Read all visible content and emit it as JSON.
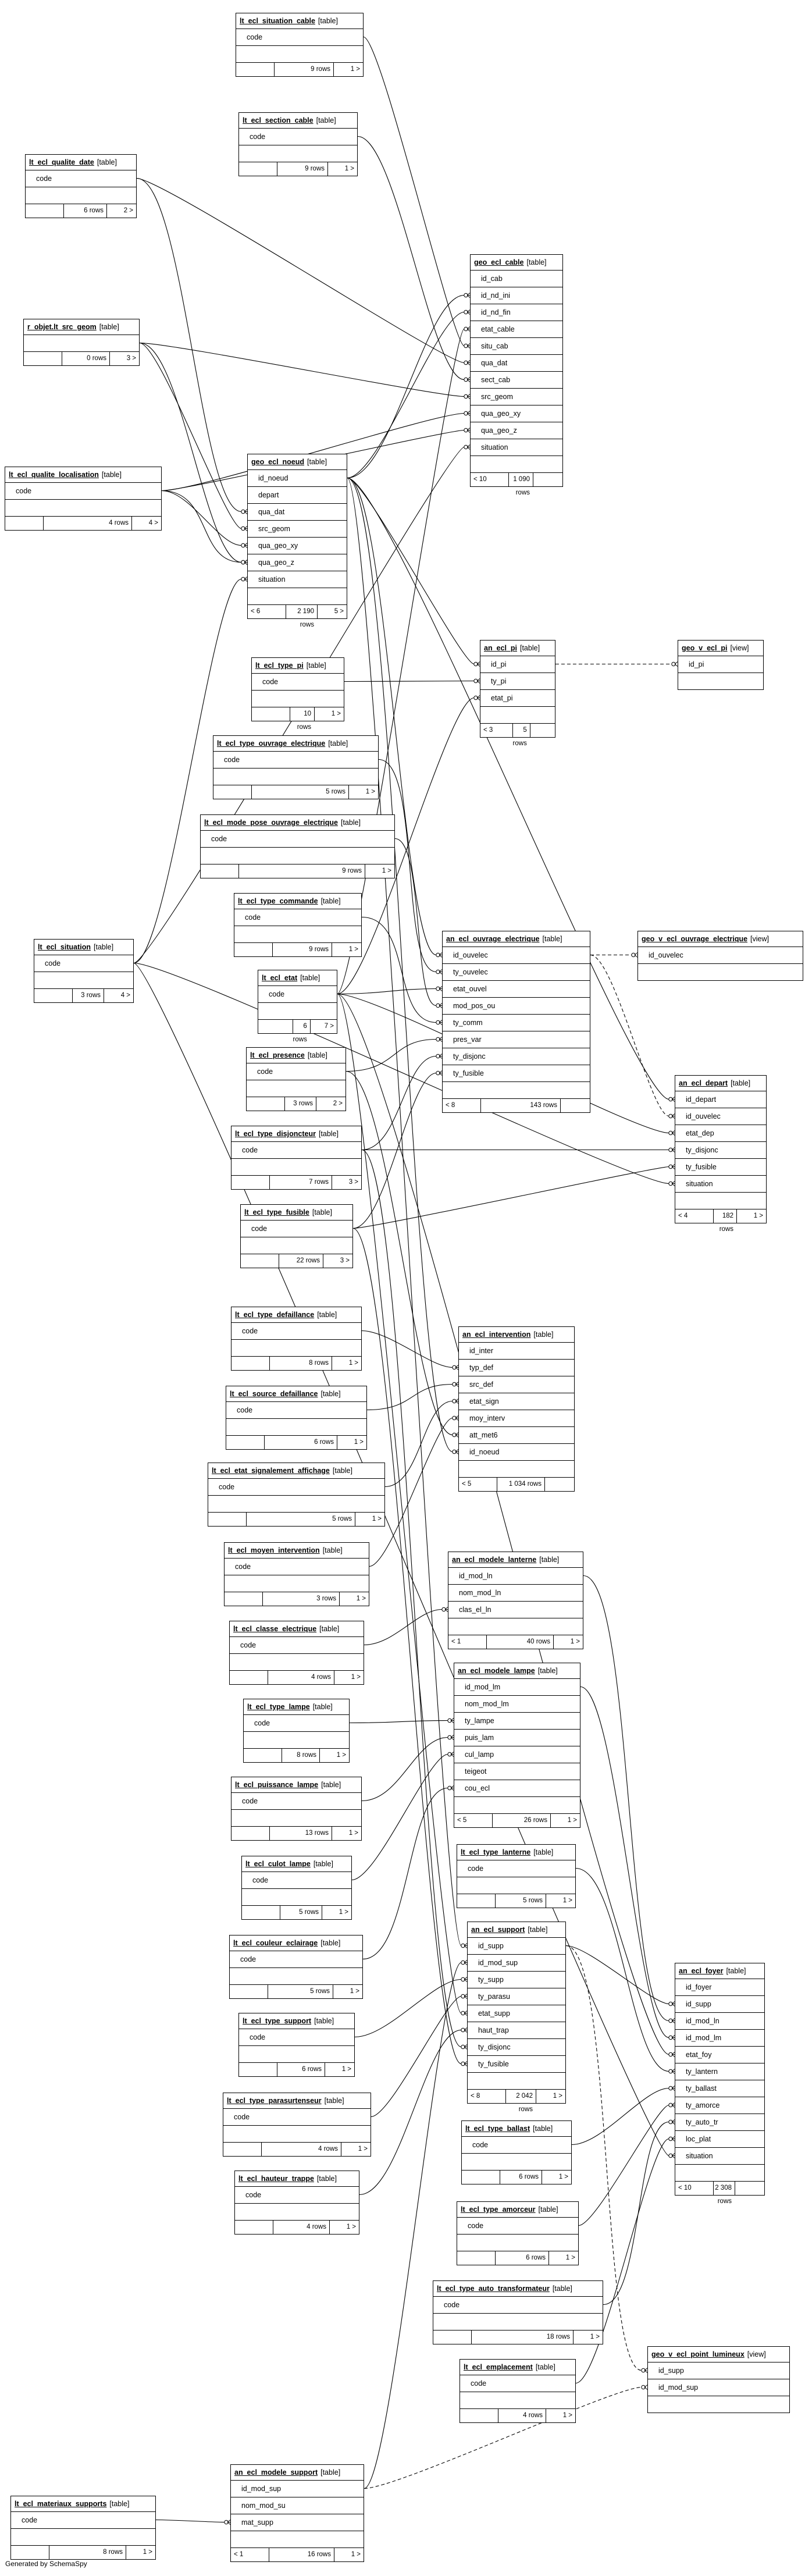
{
  "footer": "Generated by SchemaSpy",
  "tables": [
    {
      "id": "lt_ecl_situation_cable",
      "kind": "[table]",
      "cols": [
        "code"
      ],
      "foot": [
        "",
        "9 rows",
        "1 >"
      ]
    },
    {
      "id": "lt_ecl_section_cable",
      "kind": "[table]",
      "cols": [
        "code"
      ],
      "foot": [
        "",
        "9 rows",
        "1 >"
      ]
    },
    {
      "id": "lt_ecl_qualite_date",
      "kind": "[table]",
      "cols": [
        "code"
      ],
      "foot": [
        "",
        "6 rows",
        "2 >"
      ]
    },
    {
      "id": "geo_ecl_cable",
      "kind": "[table]",
      "cols": [
        "id_cab",
        "id_nd_ini",
        "id_nd_fin",
        "etat_cable",
        "situ_cab",
        "qua_dat",
        "sect_cab",
        "src_geom",
        "qua_geo_xy",
        "qua_geo_z",
        "situation"
      ],
      "foot": [
        "< 10",
        "1 090 rows",
        ""
      ]
    },
    {
      "id": "r_objet.lt_src_geom",
      "kind": "[table]",
      "cols": [],
      "foot": [
        "",
        "0 rows",
        "3 >"
      ]
    },
    {
      "id": "lt_ecl_qualite_localisation",
      "kind": "[table]",
      "cols": [
        "code"
      ],
      "foot": [
        "",
        "4 rows",
        "4 >"
      ]
    },
    {
      "id": "geo_ecl_noeud",
      "kind": "[table]",
      "cols": [
        "id_noeud",
        "depart",
        "qua_dat",
        "src_geom",
        "qua_geo_xy",
        "qua_geo_z",
        "situation"
      ],
      "foot": [
        "< 6",
        "2 190 rows",
        "5 >"
      ]
    },
    {
      "id": "an_ecl_pi",
      "kind": "[table]",
      "cols": [
        "id_pi",
        "ty_pi",
        "etat_pi"
      ],
      "foot": [
        "< 3",
        "5 rows",
        ""
      ]
    },
    {
      "id": "geo_v_ecl_pi",
      "kind": "[view]",
      "cols": [
        "id_pi"
      ],
      "foot": null
    },
    {
      "id": "lt_ecl_type_pi",
      "kind": "[table]",
      "cols": [
        "code"
      ],
      "foot": [
        "",
        "10 rows",
        "1 >"
      ]
    },
    {
      "id": "lt_ecl_type_ouvrage_electrique",
      "kind": "[table]",
      "cols": [
        "code"
      ],
      "foot": [
        "",
        "5 rows",
        "1 >"
      ]
    },
    {
      "id": "lt_ecl_mode_pose_ouvrage_electrique",
      "kind": "[table]",
      "cols": [
        "code"
      ],
      "foot": [
        "",
        "9 rows",
        "1 >"
      ]
    },
    {
      "id": "lt_ecl_type_commande",
      "kind": "[table]",
      "cols": [
        "code"
      ],
      "foot": [
        "",
        "9 rows",
        "1 >"
      ]
    },
    {
      "id": "an_ecl_ouvrage_electrique",
      "kind": "[table]",
      "cols": [
        "id_ouvelec",
        "ty_ouvelec",
        "etat_ouvel",
        "mod_pos_ou",
        "ty_comm",
        "pres_var",
        "ty_disjonc",
        "ty_fusible"
      ],
      "foot": [
        "< 8",
        "143 rows",
        ""
      ]
    },
    {
      "id": "geo_v_ecl_ouvrage_electrique",
      "kind": "[view]",
      "cols": [
        "id_ouvelec"
      ],
      "foot": null
    },
    {
      "id": "lt_ecl_situation",
      "kind": "[table]",
      "cols": [
        "code"
      ],
      "foot": [
        "",
        "3 rows",
        "4 >"
      ]
    },
    {
      "id": "lt_ecl_etat",
      "kind": "[table]",
      "cols": [
        "code"
      ],
      "foot": [
        "",
        "6 rows",
        "7 >"
      ]
    },
    {
      "id": "an_ecl_depart",
      "kind": "[table]",
      "cols": [
        "id_depart",
        "id_ouvelec",
        "etat_dep",
        "ty_disjonc",
        "ty_fusible",
        "situation"
      ],
      "foot": [
        "< 4",
        "182 rows",
        "1 >"
      ]
    },
    {
      "id": "lt_ecl_presence",
      "kind": "[table]",
      "cols": [
        "code"
      ],
      "foot": [
        "",
        "3 rows",
        "2 >"
      ]
    },
    {
      "id": "lt_ecl_type_disjoncteur",
      "kind": "[table]",
      "cols": [
        "code"
      ],
      "foot": [
        "",
        "7 rows",
        "3 >"
      ]
    },
    {
      "id": "lt_ecl_type_fusible",
      "kind": "[table]",
      "cols": [
        "code"
      ],
      "foot": [
        "",
        "22 rows",
        "3 >"
      ]
    },
    {
      "id": "lt_ecl_type_defaillance",
      "kind": "[table]",
      "cols": [
        "code"
      ],
      "foot": [
        "",
        "8 rows",
        "1 >"
      ]
    },
    {
      "id": "an_ecl_intervention",
      "kind": "[table]",
      "cols": [
        "id_inter",
        "typ_def",
        "src_def",
        "etat_sign",
        "moy_interv",
        "att_met6",
        "id_noeud"
      ],
      "foot": [
        "< 5",
        "1 034 rows",
        ""
      ]
    },
    {
      "id": "lt_ecl_source_defaillance",
      "kind": "[table]",
      "cols": [
        "code"
      ],
      "foot": [
        "",
        "6 rows",
        "1 >"
      ]
    },
    {
      "id": "lt_ecl_etat_signalement_affichage",
      "kind": "[table]",
      "cols": [
        "code"
      ],
      "foot": [
        "",
        "5 rows",
        "1 >"
      ]
    },
    {
      "id": "lt_ecl_moyen_intervention",
      "kind": "[table]",
      "cols": [
        "code"
      ],
      "foot": [
        "",
        "3 rows",
        "1 >"
      ]
    },
    {
      "id": "an_ecl_modele_lanterne",
      "kind": "[table]",
      "cols": [
        "id_mod_ln",
        "nom_mod_ln",
        "clas_el_ln"
      ],
      "foot": [
        "< 1",
        "40 rows",
        "1 >"
      ]
    },
    {
      "id": "lt_ecl_classe_electrique",
      "kind": "[table]",
      "cols": [
        "code"
      ],
      "foot": [
        "",
        "4 rows",
        "1 >"
      ]
    },
    {
      "id": "an_ecl_modele_lampe",
      "kind": "[table]",
      "cols": [
        "id_mod_lm",
        "nom_mod_lm",
        "ty_lampe",
        "puis_lam",
        "cul_lamp",
        "teigeot",
        "cou_ecl"
      ],
      "foot": [
        "< 5",
        "26 rows",
        "1 >"
      ]
    },
    {
      "id": "lt_ecl_type_lampe",
      "kind": "[table]",
      "cols": [
        "code"
      ],
      "foot": [
        "",
        "8 rows",
        "1 >"
      ]
    },
    {
      "id": "lt_ecl_puissance_lampe",
      "kind": "[table]",
      "cols": [
        "code"
      ],
      "foot": [
        "",
        "13 rows",
        "1 >"
      ]
    },
    {
      "id": "lt_ecl_type_lanterne",
      "kind": "[table]",
      "cols": [
        "code"
      ],
      "foot": [
        "",
        "5 rows",
        "1 >"
      ]
    },
    {
      "id": "lt_ecl_culot_lampe",
      "kind": "[table]",
      "cols": [
        "code"
      ],
      "foot": [
        "",
        "5 rows",
        "1 >"
      ]
    },
    {
      "id": "lt_ecl_couleur_eclairage",
      "kind": "[table]",
      "cols": [
        "code"
      ],
      "foot": [
        "",
        "5 rows",
        "1 >"
      ]
    },
    {
      "id": "an_ecl_support",
      "kind": "[table]",
      "cols": [
        "id_supp",
        "id_mod_sup",
        "ty_supp",
        "ty_parasu",
        "etat_supp",
        "haut_trap",
        "ty_disjonc",
        "ty_fusible"
      ],
      "foot": [
        "< 8",
        "2 042 rows",
        "1 >"
      ]
    },
    {
      "id": "an_ecl_foyer",
      "kind": "[table]",
      "cols": [
        "id_foyer",
        "id_supp",
        "id_mod_ln",
        "id_mod_lm",
        "etat_foy",
        "ty_lantern",
        "ty_ballast",
        "ty_amorce",
        "ty_auto_tr",
        "loc_plat",
        "situation"
      ],
      "foot": [
        "< 10",
        "2 308 rows",
        ""
      ]
    },
    {
      "id": "lt_ecl_type_support",
      "kind": "[table]",
      "cols": [
        "code"
      ],
      "foot": [
        "",
        "6 rows",
        "1 >"
      ]
    },
    {
      "id": "lt_ecl_type_parasurtenseur",
      "kind": "[table]",
      "cols": [
        "code"
      ],
      "foot": [
        "",
        "4 rows",
        "1 >"
      ]
    },
    {
      "id": "lt_ecl_type_ballast",
      "kind": "[table]",
      "cols": [
        "code"
      ],
      "foot": [
        "",
        "6 rows",
        "1 >"
      ]
    },
    {
      "id": "lt_ecl_hauteur_trappe",
      "kind": "[table]",
      "cols": [
        "code"
      ],
      "foot": [
        "",
        "4 rows",
        "1 >"
      ]
    },
    {
      "id": "lt_ecl_type_amorceur",
      "kind": "[table]",
      "cols": [
        "code"
      ],
      "foot": [
        "",
        "6 rows",
        "1 >"
      ]
    },
    {
      "id": "lt_ecl_type_auto_transformateur",
      "kind": "[table]",
      "cols": [
        "code"
      ],
      "foot": [
        "",
        "18 rows",
        "1 >"
      ]
    },
    {
      "id": "lt_ecl_emplacement",
      "kind": "[table]",
      "cols": [
        "code"
      ],
      "foot": [
        "",
        "4 rows",
        "1 >"
      ]
    },
    {
      "id": "geo_v_ecl_point_lumineux",
      "kind": "[view]",
      "cols": [
        "id_supp",
        "id_mod_sup"
      ],
      "foot": null
    },
    {
      "id": "an_ecl_modele_support",
      "kind": "[table]",
      "cols": [
        "id_mod_sup",
        "nom_mod_su",
        "mat_supp"
      ],
      "foot": [
        "< 1",
        "16 rows",
        "1 >"
      ]
    },
    {
      "id": "lt_ecl_materiaux_supports",
      "kind": "[table]",
      "cols": [
        "code"
      ],
      "foot": [
        "",
        "8 rows",
        "1 >"
      ]
    }
  ]
}
